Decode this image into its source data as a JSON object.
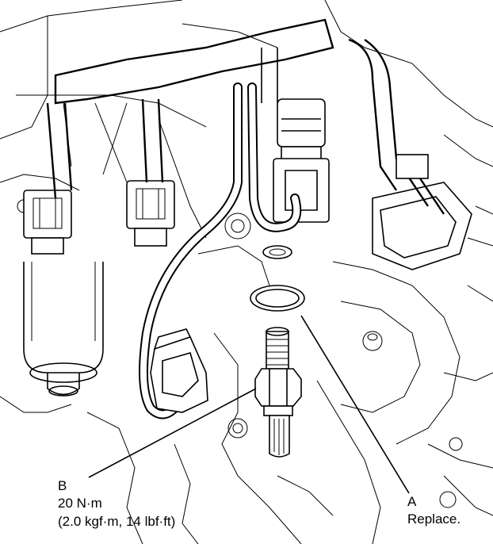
{
  "callouts": {
    "b": {
      "letter": "B",
      "torque": "20 N·m",
      "torque_alt": "(2.0 kgf·m, 14 lbf·ft)"
    },
    "a": {
      "letter": "A",
      "note": "Replace."
    }
  }
}
